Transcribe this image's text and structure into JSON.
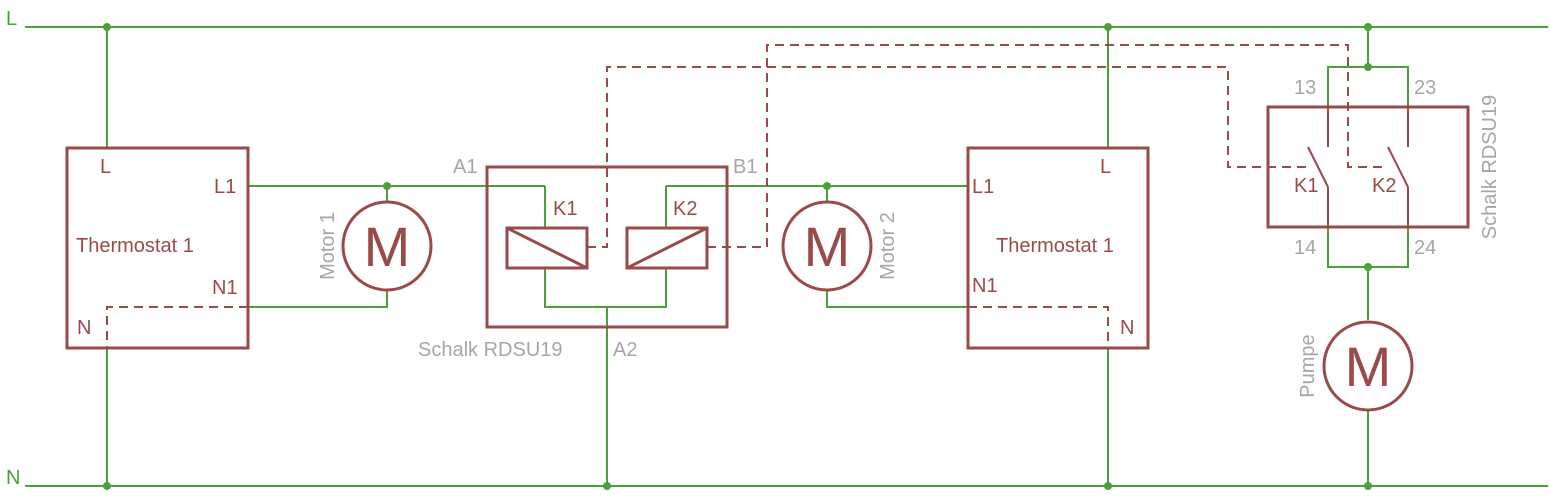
{
  "rails": {
    "line": "L",
    "neutral": "N"
  },
  "thermostat1": {
    "name": "Thermostat 1",
    "pin_L": "L",
    "pin_L1": "L1",
    "pin_N1": "N1",
    "pin_N": "N"
  },
  "thermostat2": {
    "name": "Thermostat 1",
    "pin_L": "L",
    "pin_L1": "L1",
    "pin_N1": "N1",
    "pin_N": "N"
  },
  "motor1": {
    "symbol": "M",
    "label": "Motor 1"
  },
  "motor2": {
    "symbol": "M",
    "label": "Motor 2"
  },
  "pump": {
    "symbol": "M",
    "label": "Pumpe"
  },
  "relay_coils": {
    "name": "Schalk RDSU19",
    "pin_A1": "A1",
    "pin_B1": "B1",
    "pin_A2": "A2",
    "coil_k1": "K1",
    "coil_k2": "K2"
  },
  "relay_contacts": {
    "name": "Schalk RDSU19",
    "pin_13": "13",
    "pin_23": "23",
    "pin_14": "14",
    "pin_24": "24",
    "contact_k1": "K1",
    "contact_k2": "K2"
  },
  "colors": {
    "wire": "#4aa13c",
    "component": "#9b4a4a",
    "label": "#a6a6a6",
    "background": "#ffffff"
  }
}
